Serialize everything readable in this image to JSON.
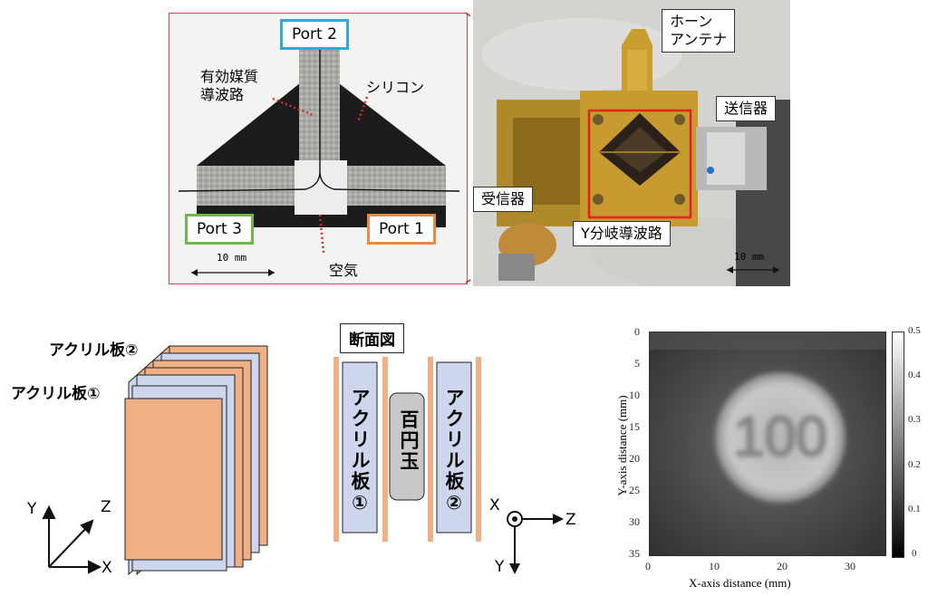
{
  "top_left": {
    "ports": {
      "port2": "Port 2",
      "port3": "Port 3",
      "port1": "Port 1"
    },
    "labels": {
      "effective_medium": "有効媒質\n導波路",
      "silicon": "シリコン",
      "air": "空気"
    },
    "scale": "10 mm",
    "colors": {
      "port2": "#35a7d6",
      "port3": "#6cb94a",
      "port1": "#e88a40",
      "frame": "#d54b4b"
    }
  },
  "top_right": {
    "labels": {
      "horn": "ホーン\nアンテナ",
      "transmitter": "送信器",
      "receiver": "受信器",
      "y_branch": "Y分岐導波路"
    },
    "scale": "10 mm"
  },
  "bottom_left": {
    "plate2": "アクリル板②",
    "plate1": "アクリル板①",
    "axes": {
      "y": "Y",
      "z": "Z",
      "x": "X"
    }
  },
  "bottom_mid": {
    "title": "断面図",
    "plate1": "アクリル板①",
    "coin": "百円玉",
    "plate2": "アクリル板②",
    "axes": {
      "x": "X",
      "z": "Z",
      "y": "Y"
    }
  },
  "heatmap": {
    "xlabel": "X-axis distance (mm)",
    "ylabel": "Y-axis distance (mm)",
    "xticks": [
      "0",
      "10",
      "20",
      "30"
    ],
    "yticks": [
      "0",
      "5",
      "10",
      "15",
      "20",
      "25",
      "30",
      "35"
    ],
    "colorbar_ticks": [
      "0.5",
      "0.4",
      "0.3",
      "0.2",
      "0.1",
      "0"
    ],
    "image_text": "100"
  }
}
